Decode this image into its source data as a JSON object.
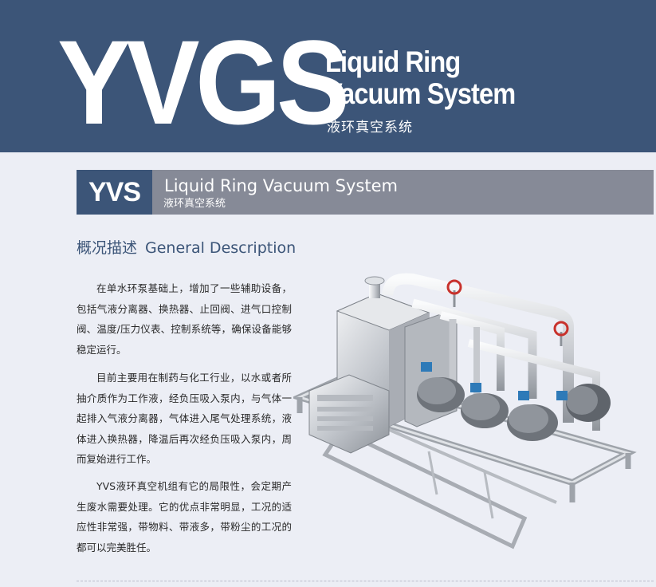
{
  "header": {
    "code": "YVGS",
    "title_line1": "Liquid Ring",
    "title_line2": "Vacuum System",
    "title_cn": "液环真空系统"
  },
  "band": {
    "code": "YVS",
    "title_en": "Liquid Ring Vacuum System",
    "title_cn": "液环真空系统"
  },
  "section": {
    "heading_cn": "概况描述",
    "heading_en": "General Description"
  },
  "paragraphs": [
    "在单水环泵基础上，增加了一些辅助设备，包括气液分离器、换热器、止回阀、进气口控制阀、温度/压力仪表、控制系统等，确保设备能够稳定运行。",
    "目前主要用在制药与化工行业，以水或者所抽介质作为工作液，经负压吸入泵内，与气体一起排入气液分离器，气体进入尾气处理系统，液体进入换热器，降温后再次经负压吸入泵内，周而复始进行工作。",
    "YVS液环真空机组有它的局限性，会定期产生废水需要处理。它的优点非常明显，工况的适应性非常强，带物料、带液多，带粉尘的工况的都可以完美胜任。"
  ],
  "colors": {
    "header_bg": "#3c5578",
    "band_bg": "#868a97",
    "page_bg": "#eceef5",
    "motor_blue": "#2e7ab8",
    "valve_red": "#c8322c"
  }
}
